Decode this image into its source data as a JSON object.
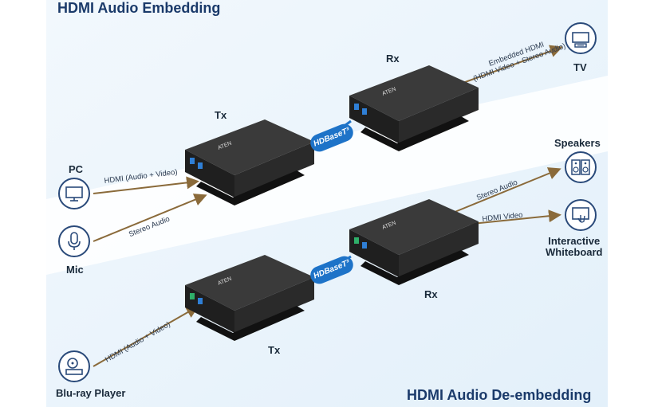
{
  "titles": {
    "top": "HDMI Audio Embedding",
    "bottom": "HDMI Audio De-embedding"
  },
  "embedding": {
    "tx_label": "Tx",
    "rx_label": "Rx",
    "link_label": "HDBaseT³",
    "sources": [
      {
        "label": "PC",
        "icon": "monitor-icon",
        "connection": "HDMI (Audio + Video)"
      },
      {
        "label": "Mic",
        "icon": "microphone-icon",
        "connection": "Stereo Audio"
      }
    ],
    "output": {
      "label": "TV",
      "icon": "tv-icon",
      "connection_line1": "Embedded HDMI",
      "connection_line2": "(HDMI Video + Stereo Audio)"
    }
  },
  "deembedding": {
    "tx_label": "Tx",
    "rx_label": "Rx",
    "link_label": "HDBaseT³",
    "source": {
      "label": "Blu-ray Player",
      "icon": "disc-player-icon",
      "connection": "HDMI (Audio + Video)"
    },
    "outputs": [
      {
        "label": "Speakers",
        "icon": "speakers-icon",
        "connection": "Stereo Audio"
      },
      {
        "label_line1": "Interactive",
        "label_line2": "Whiteboard",
        "icon": "touch-whiteboard-icon",
        "connection": "HDMI Video"
      }
    ]
  },
  "device_brand": "ATEN",
  "colors": {
    "panel_bg": "#eef6fc",
    "light_band": "#ffffff",
    "arrow": "#8a6a3a",
    "icon_stroke": "#2a4a7a",
    "badge": "#1e73c8",
    "device_body": "#2b2b2b"
  }
}
